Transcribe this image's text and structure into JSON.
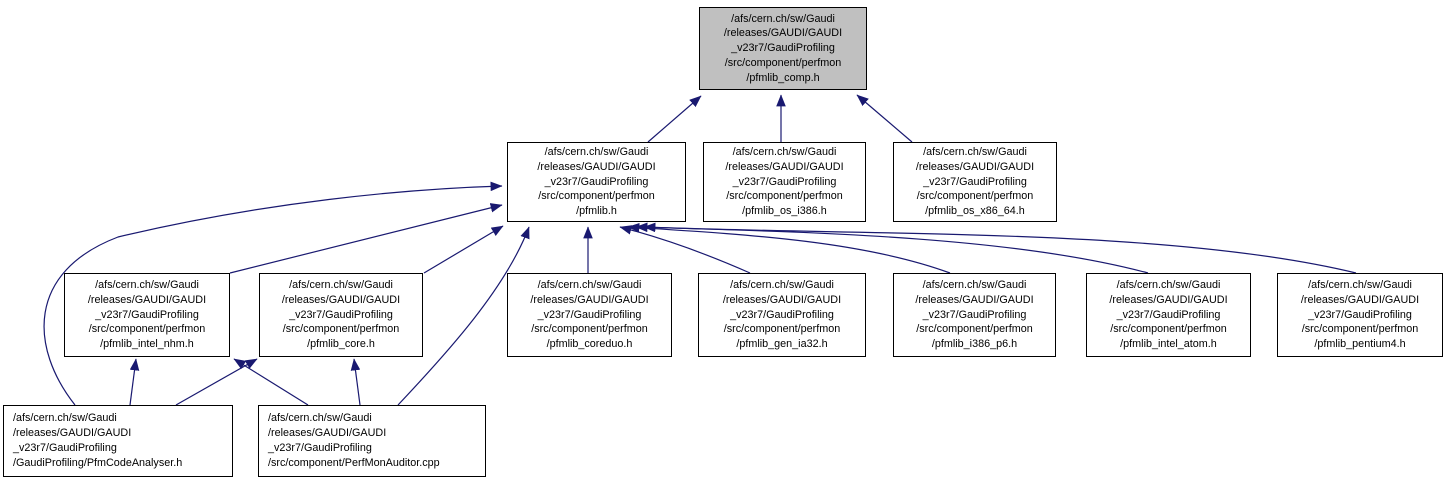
{
  "diagram": {
    "type": "include-dependency-graph",
    "description": "Doxygen-style graph of files including pfmlib_comp.h",
    "colors": {
      "edge": "#191970",
      "node_border": "#000000",
      "node_fill": "#ffffff",
      "highlight_fill": "#c0c0c0",
      "text": "#000000",
      "background": "#ffffff"
    },
    "nodes": [
      {
        "id": "pfmlib_comp",
        "highlighted": true,
        "label": [
          "/afs/cern.ch/sw/Gaudi",
          "/releases/GAUDI/GAUDI",
          "_v23r7/GaudiProfiling",
          "/src/component/perfmon",
          "/pfmlib_comp.h"
        ]
      },
      {
        "id": "pfmlib",
        "highlighted": false,
        "label": [
          "/afs/cern.ch/sw/Gaudi",
          "/releases/GAUDI/GAUDI",
          "_v23r7/GaudiProfiling",
          "/src/component/perfmon",
          "/pfmlib.h"
        ]
      },
      {
        "id": "pfmlib_os_i386",
        "highlighted": false,
        "label": [
          "/afs/cern.ch/sw/Gaudi",
          "/releases/GAUDI/GAUDI",
          "_v23r7/GaudiProfiling",
          "/src/component/perfmon",
          "/pfmlib_os_i386.h"
        ]
      },
      {
        "id": "pfmlib_os_x86_64",
        "highlighted": false,
        "label": [
          "/afs/cern.ch/sw/Gaudi",
          "/releases/GAUDI/GAUDI",
          "_v23r7/GaudiProfiling",
          "/src/component/perfmon",
          "/pfmlib_os_x86_64.h"
        ]
      },
      {
        "id": "pfmlib_intel_nhm",
        "highlighted": false,
        "label": [
          "/afs/cern.ch/sw/Gaudi",
          "/releases/GAUDI/GAUDI",
          "_v23r7/GaudiProfiling",
          "/src/component/perfmon",
          "/pfmlib_intel_nhm.h"
        ]
      },
      {
        "id": "pfmlib_core",
        "highlighted": false,
        "label": [
          "/afs/cern.ch/sw/Gaudi",
          "/releases/GAUDI/GAUDI",
          "_v23r7/GaudiProfiling",
          "/src/component/perfmon",
          "/pfmlib_core.h"
        ]
      },
      {
        "id": "pfmlib_coreduo",
        "highlighted": false,
        "label": [
          "/afs/cern.ch/sw/Gaudi",
          "/releases/GAUDI/GAUDI",
          "_v23r7/GaudiProfiling",
          "/src/component/perfmon",
          "/pfmlib_coreduo.h"
        ]
      },
      {
        "id": "pfmlib_gen_ia32",
        "highlighted": false,
        "label": [
          "/afs/cern.ch/sw/Gaudi",
          "/releases/GAUDI/GAUDI",
          "_v23r7/GaudiProfiling",
          "/src/component/perfmon",
          "/pfmlib_gen_ia32.h"
        ]
      },
      {
        "id": "pfmlib_i386_p6",
        "highlighted": false,
        "label": [
          "/afs/cern.ch/sw/Gaudi",
          "/releases/GAUDI/GAUDI",
          "_v23r7/GaudiProfiling",
          "/src/component/perfmon",
          "/pfmlib_i386_p6.h"
        ]
      },
      {
        "id": "pfmlib_intel_atom",
        "highlighted": false,
        "label": [
          "/afs/cern.ch/sw/Gaudi",
          "/releases/GAUDI/GAUDI",
          "_v23r7/GaudiProfiling",
          "/src/component/perfmon",
          "/pfmlib_intel_atom.h"
        ]
      },
      {
        "id": "pfmlib_pentium4",
        "highlighted": false,
        "label": [
          "/afs/cern.ch/sw/Gaudi",
          "/releases/GAUDI/GAUDI",
          "_v23r7/GaudiProfiling",
          "/src/component/perfmon",
          "/pfmlib_pentium4.h"
        ]
      },
      {
        "id": "pfm_code_analyser",
        "highlighted": false,
        "label": [
          "/afs/cern.ch/sw/Gaudi",
          "/releases/GAUDI/GAUDI",
          "_v23r7/GaudiProfiling",
          "/GaudiProfiling/PfmCodeAnalyser.h"
        ]
      },
      {
        "id": "perf_mon_auditor",
        "highlighted": false,
        "label": [
          "/afs/cern.ch/sw/Gaudi",
          "/releases/GAUDI/GAUDI",
          "_v23r7/GaudiProfiling",
          "/src/component/PerfMonAuditor.cpp"
        ]
      }
    ],
    "edges": [
      {
        "from": "pfmlib",
        "to": "pfmlib_comp"
      },
      {
        "from": "pfmlib_os_i386",
        "to": "pfmlib_comp"
      },
      {
        "from": "pfmlib_os_x86_64",
        "to": "pfmlib_comp"
      },
      {
        "from": "pfmlib_intel_nhm",
        "to": "pfmlib"
      },
      {
        "from": "pfmlib_core",
        "to": "pfmlib"
      },
      {
        "from": "pfmlib_coreduo",
        "to": "pfmlib"
      },
      {
        "from": "pfmlib_gen_ia32",
        "to": "pfmlib"
      },
      {
        "from": "pfmlib_i386_p6",
        "to": "pfmlib"
      },
      {
        "from": "pfmlib_intel_atom",
        "to": "pfmlib"
      },
      {
        "from": "pfmlib_pentium4",
        "to": "pfmlib"
      },
      {
        "from": "pfm_code_analyser",
        "to": "pfmlib"
      },
      {
        "from": "perf_mon_auditor",
        "to": "pfmlib"
      },
      {
        "from": "pfm_code_analyser",
        "to": "pfmlib_intel_nhm"
      },
      {
        "from": "perf_mon_auditor",
        "to": "pfmlib_intel_nhm"
      },
      {
        "from": "pfm_code_analyser",
        "to": "pfmlib_core"
      },
      {
        "from": "perf_mon_auditor",
        "to": "pfmlib_core"
      }
    ]
  }
}
